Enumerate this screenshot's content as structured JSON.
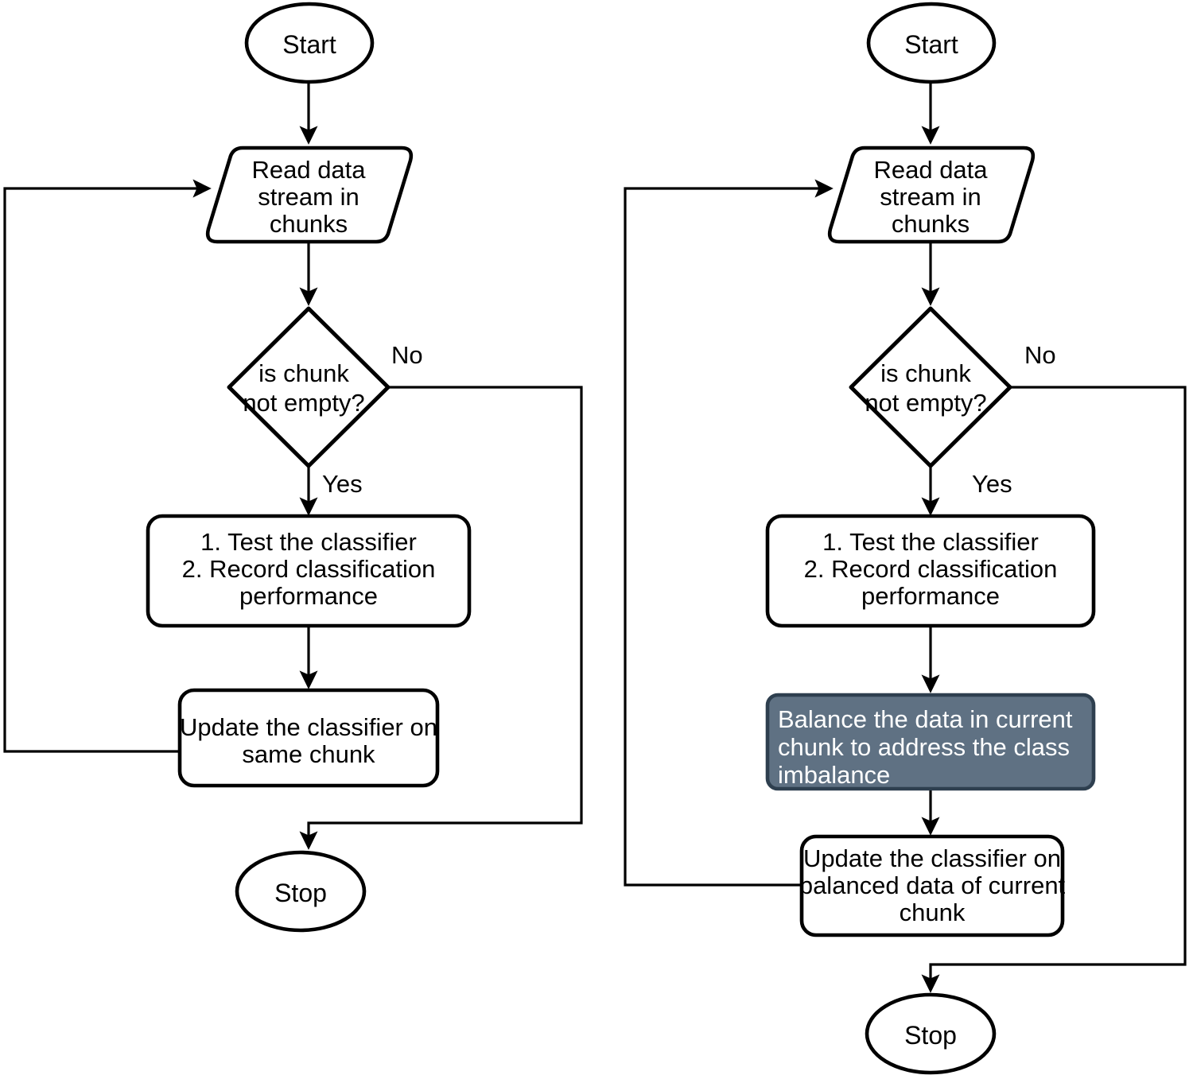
{
  "diagram": {
    "type": "flowchart",
    "title_present": false,
    "background_color": "#ffffff",
    "stroke_color": "#000000",
    "highlight_fill": "#5F7183",
    "highlight_border": "#2E3F4F",
    "highlight_text_color": "#FFFFFF",
    "panels": [
      {
        "id": "left",
        "name": "baseline-stream-classification-flow",
        "nodes": [
          {
            "id": "l-start",
            "shape": "ellipse",
            "lines": [
              "Start"
            ]
          },
          {
            "id": "l-read",
            "shape": "parallelogram",
            "lines": [
              "Read data",
              "stream in",
              "chunks"
            ]
          },
          {
            "id": "l-decision",
            "shape": "diamond",
            "lines": [
              "is chunk",
              "not empty?"
            ]
          },
          {
            "id": "l-test",
            "shape": "rounded-rect",
            "lines": [
              "1. Test the classifier",
              "2. Record classification",
              "performance"
            ]
          },
          {
            "id": "l-update",
            "shape": "rounded-rect",
            "lines": [
              "Update the classifier on",
              "same chunk"
            ]
          },
          {
            "id": "l-stop",
            "shape": "ellipse",
            "lines": [
              "Stop"
            ]
          }
        ],
        "edges": [
          {
            "from": "l-start",
            "to": "l-read",
            "label": ""
          },
          {
            "from": "l-read",
            "to": "l-decision",
            "label": ""
          },
          {
            "from": "l-decision",
            "to": "l-test",
            "label": "Yes"
          },
          {
            "from": "l-decision",
            "to": "l-stop",
            "label": "No"
          },
          {
            "from": "l-test",
            "to": "l-update",
            "label": ""
          },
          {
            "from": "l-update",
            "to": "l-read",
            "label": ""
          }
        ]
      },
      {
        "id": "right",
        "name": "balanced-stream-classification-flow",
        "nodes": [
          {
            "id": "r-start",
            "shape": "ellipse",
            "lines": [
              "Start"
            ]
          },
          {
            "id": "r-read",
            "shape": "parallelogram",
            "lines": [
              "Read data",
              "stream in",
              "chunks"
            ]
          },
          {
            "id": "r-decision",
            "shape": "diamond",
            "lines": [
              "is chunk",
              "not empty?"
            ]
          },
          {
            "id": "r-test",
            "shape": "rounded-rect",
            "lines": [
              "1. Test the classifier",
              "2. Record classification",
              "performance"
            ]
          },
          {
            "id": "r-balance",
            "shape": "rounded-rect-highlighted",
            "lines": [
              "Balance the data in current",
              "chunk to address the class",
              "imbalance"
            ]
          },
          {
            "id": "r-update",
            "shape": "rounded-rect",
            "lines": [
              "Update the classifier on",
              "balanced data of current",
              "chunk"
            ]
          },
          {
            "id": "r-stop",
            "shape": "ellipse",
            "lines": [
              "Stop"
            ]
          }
        ],
        "edges": [
          {
            "from": "r-start",
            "to": "r-read",
            "label": ""
          },
          {
            "from": "r-read",
            "to": "r-decision",
            "label": ""
          },
          {
            "from": "r-decision",
            "to": "r-test",
            "label": "Yes"
          },
          {
            "from": "r-decision",
            "to": "r-stop",
            "label": "No"
          },
          {
            "from": "r-test",
            "to": "r-balance",
            "label": ""
          },
          {
            "from": "r-balance",
            "to": "r-update",
            "label": ""
          },
          {
            "from": "r-update",
            "to": "r-read",
            "label": ""
          }
        ]
      }
    ]
  },
  "left": {
    "start": "Start",
    "read_1": "Read data",
    "read_2": "stream in",
    "read_3": "chunks",
    "decision_1": "is chunk",
    "decision_2": "not empty?",
    "label_no": "No",
    "label_yes": "Yes",
    "test_1": "1. Test the classifier",
    "test_2": "2. Record classification",
    "test_3": "performance",
    "update_1": "Update the classifier on",
    "update_2": "same chunk",
    "stop": "Stop"
  },
  "right": {
    "start": "Start",
    "read_1": "Read data",
    "read_2": "stream in",
    "read_3": "chunks",
    "decision_1": "is chunk",
    "decision_2": "not empty?",
    "label_no": "No",
    "label_yes": "Yes",
    "test_1": "1. Test the classifier",
    "test_2": "2. Record classification",
    "test_3": "performance",
    "balance_1": "Balance the data in current",
    "balance_2": "chunk to address the class",
    "balance_3": "imbalance",
    "update_1": "Update the classifier on",
    "update_2": "balanced data of current",
    "update_3": "chunk",
    "stop": "Stop"
  }
}
